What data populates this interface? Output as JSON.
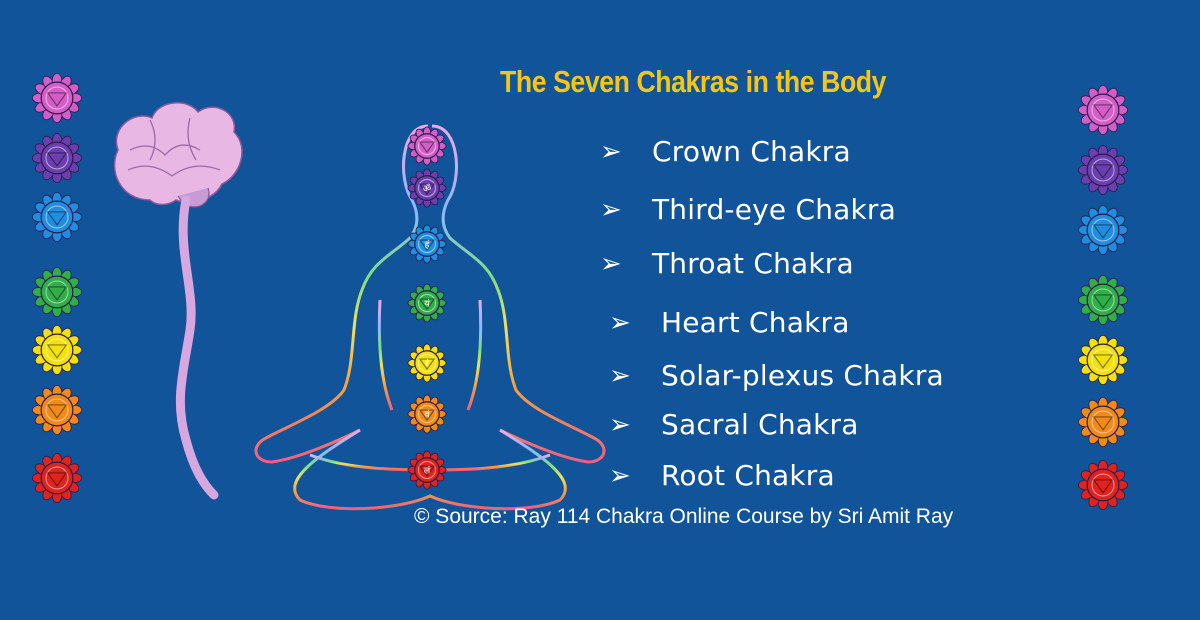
{
  "title": "The Seven Chakras in the Body",
  "chakras": [
    {
      "label": "Crown Chakra",
      "color": "#d45ec8",
      "glyph": "",
      "icon": "crown-chakra-lotus-icon"
    },
    {
      "label": "Third-eye Chakra",
      "color": "#6b3fb0",
      "glyph": "ॐ",
      "icon": "third-eye-chakra-icon"
    },
    {
      "label": "Throat Chakra",
      "color": "#1f8ee0",
      "glyph": "हं",
      "icon": "throat-chakra-icon"
    },
    {
      "label": "Heart Chakra",
      "color": "#2fae4a",
      "glyph": "यं",
      "icon": "heart-chakra-icon"
    },
    {
      "label": "Solar-plexus Chakra",
      "color": "#f2e010",
      "glyph": "रं",
      "icon": "solar-plexus-chakra-icon"
    },
    {
      "label": "Sacral Chakra",
      "color": "#f08a1a",
      "glyph": "वं",
      "icon": "sacral-chakra-icon"
    },
    {
      "label": "Root Chakra",
      "color": "#e0231f",
      "glyph": "लं",
      "icon": "root-chakra-icon"
    }
  ],
  "source": "© Source: Ray 114 Chakra Online Course by Sri Amit Ray",
  "colors": {
    "background": "#11549a",
    "title": "#f5c518",
    "text": "#ffffff",
    "brain": "#e8b7e4",
    "spine": "#d7a8e0"
  }
}
